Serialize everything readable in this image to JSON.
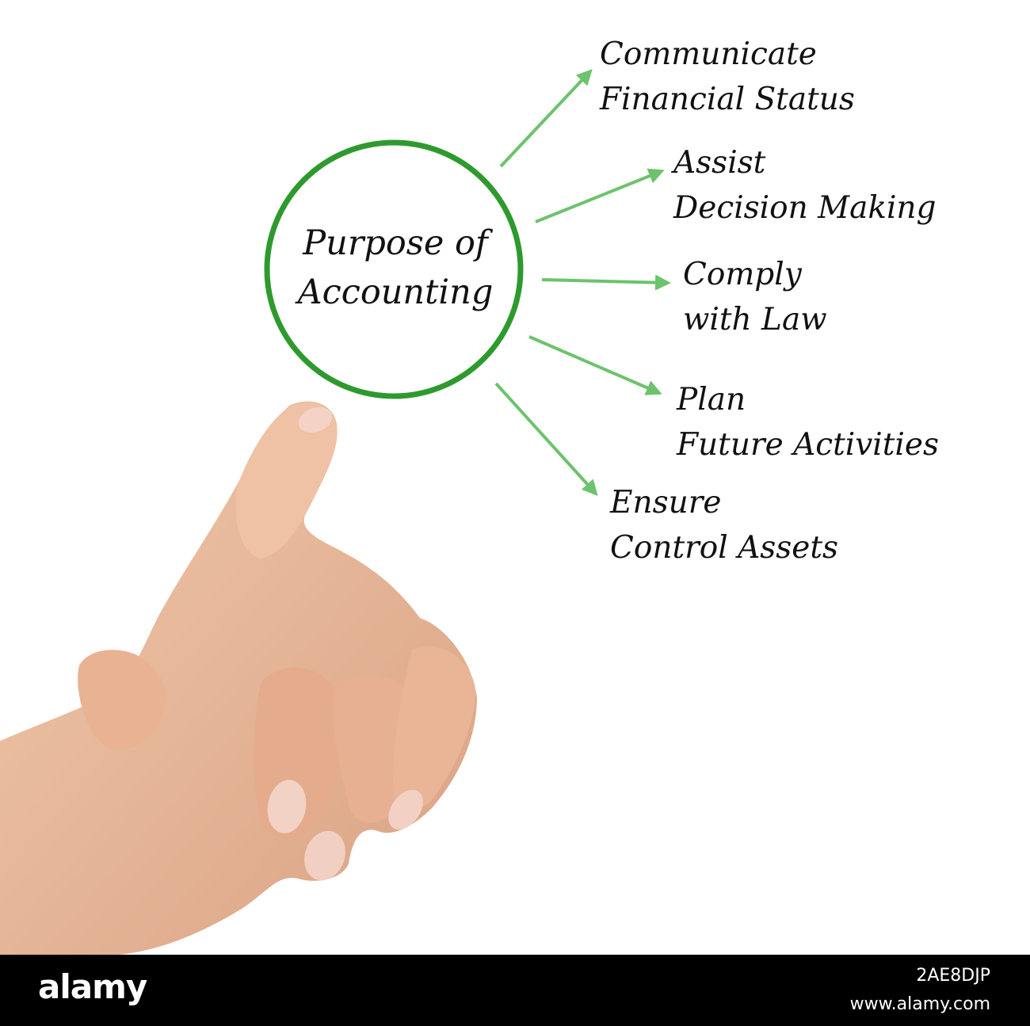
{
  "diagram": {
    "center": {
      "line1": "Purpose of",
      "line2": "Accounting"
    },
    "items": [
      {
        "line1": "Communicate",
        "line2": "Financial Status"
      },
      {
        "line1": "Assist",
        "line2": "Decision Making"
      },
      {
        "line1": "Comply",
        "line2": "with Law"
      },
      {
        "line1": "Plan",
        "line2": "Future Activities"
      },
      {
        "line1": "Ensure",
        "line2": "Control Assets"
      }
    ],
    "colors": {
      "accent": "#2e9a2e",
      "arrow": "#6cc36c",
      "skin": "#e9b99a"
    }
  },
  "footer": {
    "brand": "alamy",
    "image_id": "2AE8DJP",
    "site": "www.alamy.com"
  }
}
